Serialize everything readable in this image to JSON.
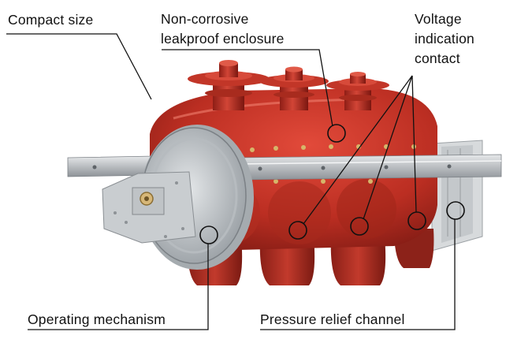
{
  "labels": {
    "compact_size": "Compact size",
    "enclosure": [
      "Non-corrosive",
      "leakproof enclosure"
    ],
    "voltage": [
      "Voltage",
      "indication",
      "contact"
    ],
    "operating": "Operating mechanism",
    "pressure": "Pressure relief channel"
  },
  "colors": {
    "enclosure_red": "#c0392b",
    "flange_silver": "#c8cdd2",
    "text": "#111111"
  }
}
